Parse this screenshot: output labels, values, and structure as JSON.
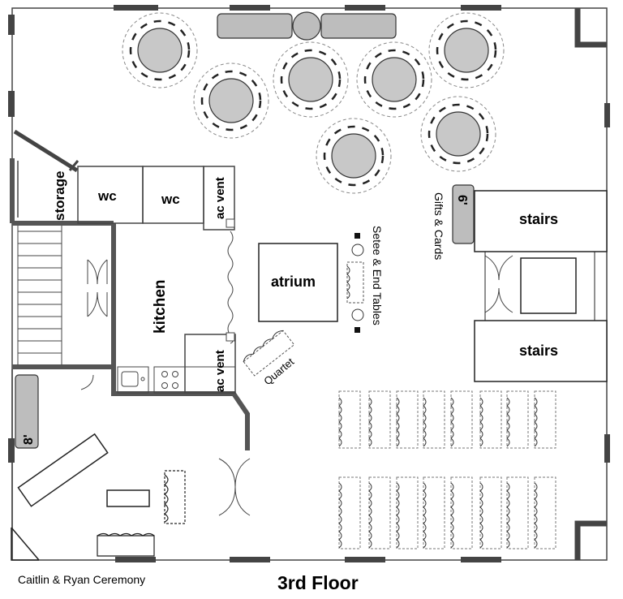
{
  "rooms": {
    "storage": "storage",
    "wc1": "wc",
    "wc2": "wc",
    "ac_vent_top": "ac vent",
    "ac_vent_bottom": "ac vent",
    "kitchen": "kitchen",
    "atrium": "atrium",
    "stairs_top": "stairs",
    "stairs_bottom": "stairs"
  },
  "labels": {
    "gifts": "Gifts & Cards",
    "setee": "Setee & End Tables",
    "quartet": "Quartet",
    "table_6": "6'",
    "table_8": "8'"
  },
  "footer": {
    "event": "Caitlin & Ryan Ceremony",
    "floor": "3rd Floor"
  }
}
